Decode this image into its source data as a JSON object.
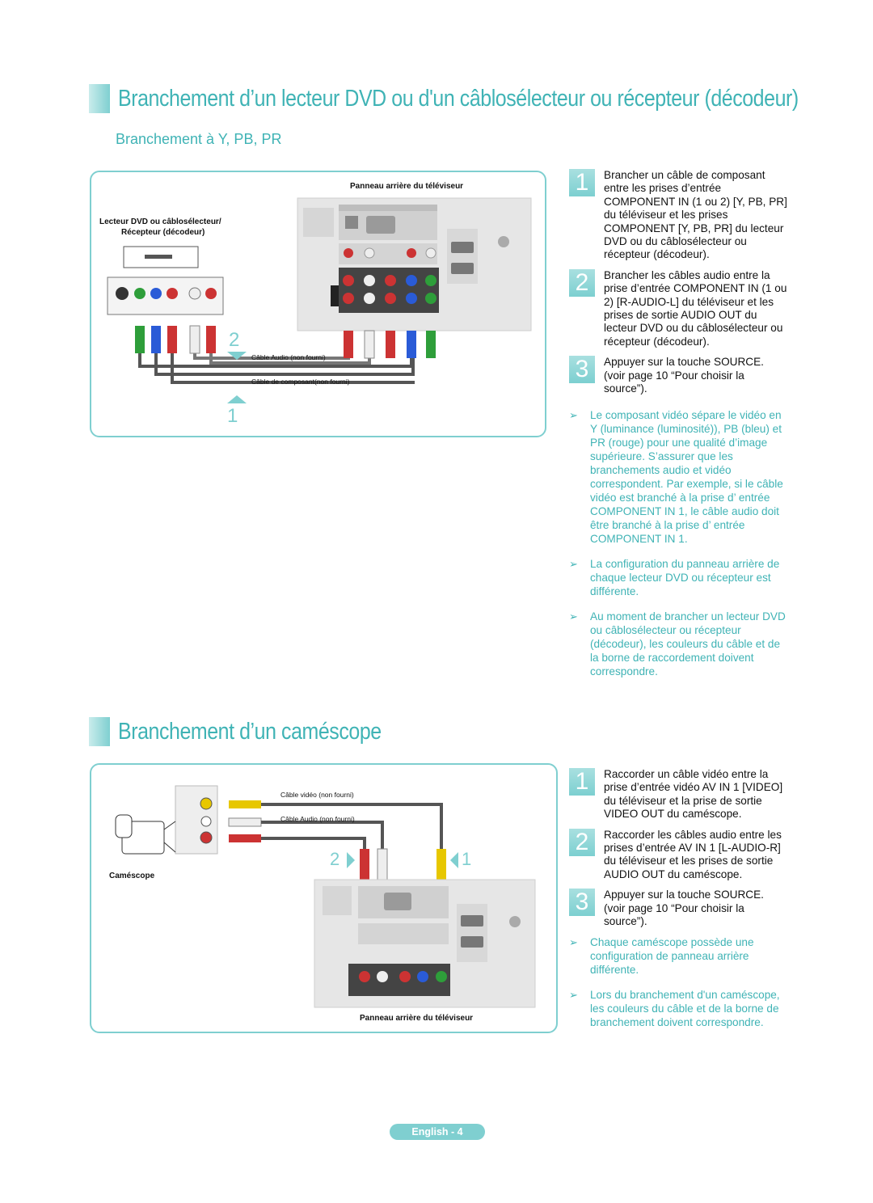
{
  "section1": {
    "title": "Branchement d’un lecteur DVD ou d'un câblosélecteur ou récepteur (décodeur)",
    "subtitle": "Branchement à Y, PB, PR",
    "diagram": {
      "tv_panel_label": "Panneau arrière du téléviseur",
      "device_label_1": "Lecteur DVD ou câblosélecteur/",
      "device_label_2": "Récepteur (décodeur)",
      "audio_cable": "Câble Audio (non fourni)",
      "component_cable": "Câble de composant(non fourni)",
      "marker_1": "1",
      "marker_2": "2"
    },
    "steps": [
      {
        "num": "1",
        "text": "Brancher un câble de composant entre les prises d’entrée COMPONENT IN (1 ou 2) [Y, PB, PR] du téléviseur et les prises COMPONENT [Y, PB, PR] du lecteur DVD ou du câblosélecteur ou récepteur (décodeur)."
      },
      {
        "num": "2",
        "text": "Brancher les câbles audio entre la prise d’entrée COMPONENT IN (1 ou 2) [R-AUDIO-L] du téléviseur et les prises de sortie AUDIO OUT du lecteur DVD ou du câblosélecteur ou récepteur (décodeur)."
      },
      {
        "num": "3",
        "text": "Appuyer sur la touche SOURCE. (voir page 10 “Pour choisir la source”)."
      }
    ],
    "notes": [
      "Le composant vidéo sépare le vidéo en Y (luminance (luminosité)), PB (bleu) et PR (rouge) pour une qualité d’image supérieure. S’assurer que les branchements audio et vidéo correspondent. Par exemple, si le câble vidéo est branché à la prise d’ entrée COMPONENT IN 1, le câble audio doit être branché à la prise d’ entrée COMPONENT IN 1.",
      "La configuration du panneau arrière de chaque lecteur DVD ou récepteur est différente.",
      "Au moment de brancher un lecteur DVD ou câblosélecteur ou récepteur (décodeur), les couleurs du câble et de la borne de raccordement doivent correspondre."
    ]
  },
  "section2": {
    "title": "Branchement d’un caméscope",
    "diagram": {
      "video_cable": "Câble vidéo (non fourni)",
      "audio_cable": "Câble Audio (non fourni)",
      "device_label": "Caméscope",
      "tv_panel_label": "Panneau arrière du téléviseur",
      "marker_1": "1",
      "marker_2": "2"
    },
    "steps": [
      {
        "num": "1",
        "text": "Raccorder un câble vidéo entre la prise d’entrée vidéo AV IN 1 [VIDEO] du téléviseur et la prise de sortie VIDEO OUT du caméscope."
      },
      {
        "num": "2",
        "text": "Raccorder les câbles audio entre les prises d’entrée AV IN 1 [L-AUDIO-R] du téléviseur et les prises de sortie AUDIO OUT du caméscope."
      },
      {
        "num": "3",
        "text": "Appuyer sur la touche SOURCE. (voir page 10 “Pour choisir la source”)."
      }
    ],
    "notes": [
      "Chaque caméscope possède une configuration de panneau arrière différente.",
      "Lors du branchement d'un caméscope, les couleurs du câble et de la borne de branchement doivent correspondre."
    ]
  },
  "footer": "English - 4",
  "colors": {
    "accent": "#3fb3b5",
    "accent_light": "#7fcfd0"
  }
}
